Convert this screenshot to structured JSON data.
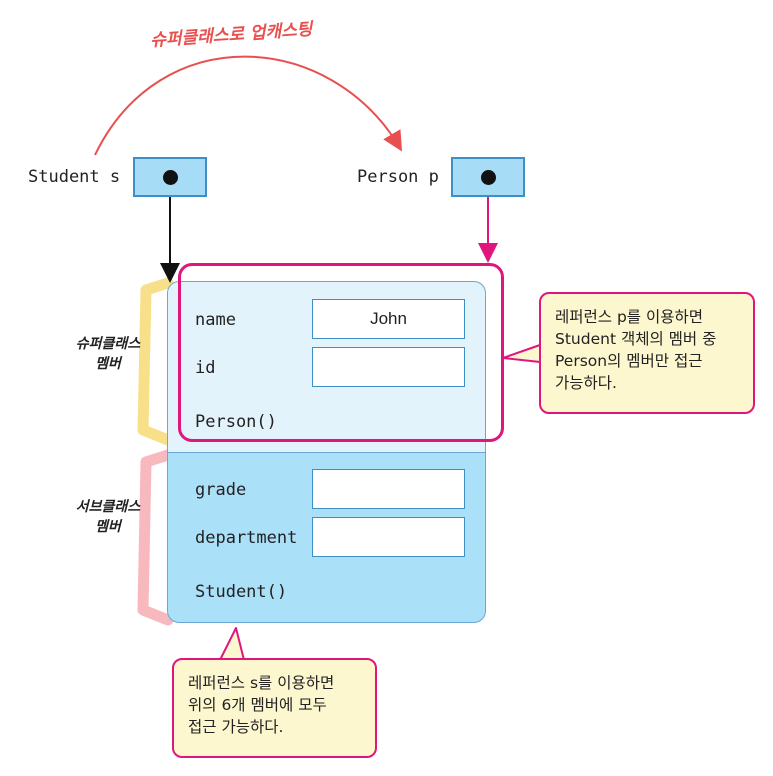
{
  "upcast_label": "슈퍼클래스로 업캐스팅",
  "variables": {
    "student_label": "Student s",
    "person_label": "Person p"
  },
  "superclass_fields": [
    {
      "label": "name",
      "value": "John"
    },
    {
      "label": "id",
      "value": ""
    }
  ],
  "superclass_method": "Person()",
  "subclass_fields": [
    {
      "label": "grade",
      "value": ""
    },
    {
      "label": "department",
      "value": ""
    }
  ],
  "subclass_method": "Student()",
  "brace_labels": {
    "superclass": [
      "슈퍼클래스",
      "멤버"
    ],
    "subclass": [
      "서브클래스",
      "멤버"
    ]
  },
  "callouts": {
    "person": [
      "레퍼런스 p를 이용하면",
      "Student 객체의 멤버 중",
      "Person의 멤버만 접근",
      "가능하다."
    ],
    "student": [
      "레퍼런스 s를 이용하면",
      "위의 6개 멤버에 모두",
      "접근 가능하다."
    ]
  },
  "colors": {
    "upcast_arrow": "#e8504f",
    "person_highlight": "#e0167e",
    "superclass_bg": "#e2f3fc",
    "subclass_bg": "#abe0f9",
    "super_brace": "#f8e08a",
    "sub_brace": "#f7b9be",
    "callout_bg": "#fdf7cf"
  }
}
